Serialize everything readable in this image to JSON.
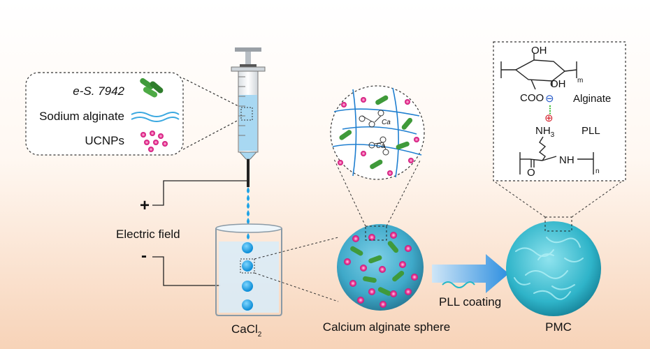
{
  "legend": {
    "bacteria": "e-S. 7942",
    "alginate": "Sodium alginate",
    "ucnps": "UCNPs"
  },
  "electric": {
    "plus": "+",
    "minus": "-",
    "label": "Electric field"
  },
  "labels": {
    "bath_main": "CaCl",
    "bath_sub": "2",
    "sphere": "Calcium alginate sphere",
    "pmc": "PMC",
    "coating": "PLL coating"
  },
  "chemistry": {
    "oh_top": "OH",
    "oh_mid": "OH",
    "m": "m",
    "coo": "COO",
    "minus": "⊖",
    "plus": "⊕",
    "nh_main": "NH",
    "nh_sub": "3",
    "nh_chain": "NH",
    "o": "O",
    "n": "n",
    "alginate": "Alginate",
    "pll": "PLL"
  },
  "colors": {
    "background_bottom": "#f7d3b8",
    "bacteria_green": "#3f9a3a",
    "ucnp_magenta": "#e8338f",
    "alginate_blue": "#3aa8e0",
    "droplet_blue": "#1fa3e6",
    "pmc_cyan": "#2fb4c9"
  }
}
